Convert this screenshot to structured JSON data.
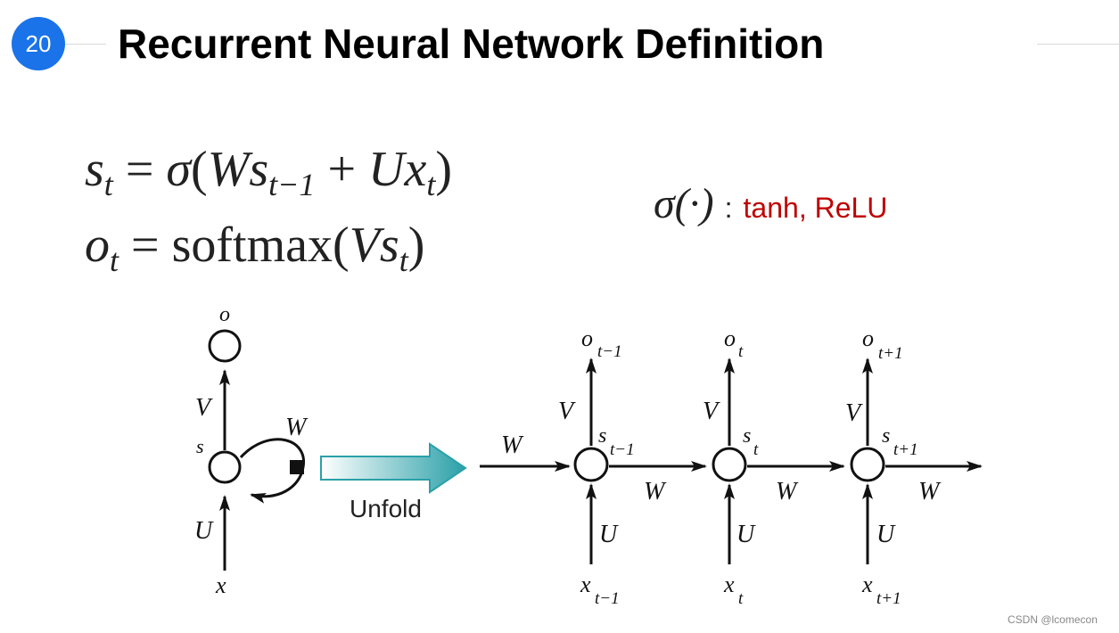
{
  "slide": {
    "number": "20",
    "title": "Recurrent Neural Network Definition"
  },
  "equations": {
    "state": {
      "lhs": "s",
      "lhs_sub": "t",
      "rel": "=",
      "sigma": "σ",
      "open": "(",
      "w": "W",
      "s": "s",
      "s_sub": "t−1",
      "plus": "+",
      "u": "U",
      "x": "x",
      "x_sub": "t",
      "close": ")"
    },
    "output": {
      "lhs": "o",
      "lhs_sub": "t",
      "rel": "=",
      "fn": "softmax",
      "open": "(",
      "v": "V",
      "s": "s",
      "s_sub": "t",
      "close": ")"
    }
  },
  "activation": {
    "symbol": "σ(·)",
    "colon": ":",
    "functions": "tanh, ReLU",
    "functions_color": "#c00000"
  },
  "diagram": {
    "folded": {
      "o": "o",
      "v": "V",
      "s": "s",
      "w": "W",
      "u": "U",
      "x": "x"
    },
    "unfold_label": "Unfold",
    "w_in": "W",
    "steps": [
      {
        "o": "o",
        "o_sub": "t−1",
        "v": "V",
        "s": "s",
        "s_sub": "t−1",
        "u": "U",
        "x": "x",
        "x_sub": "t−1",
        "w_out": "W"
      },
      {
        "o": "o",
        "o_sub": "t",
        "v": "V",
        "s": "s",
        "s_sub": "t",
        "u": "U",
        "x": "x",
        "x_sub": "t",
        "w_out": "W"
      },
      {
        "o": "o",
        "o_sub": "t+1",
        "v": "V",
        "s": "s",
        "s_sub": "t+1",
        "u": "U",
        "x": "x",
        "x_sub": "t+1",
        "w_out": "W"
      }
    ],
    "arrow_color": "#2aa0a8"
  },
  "watermark": "CSDN @lcomecon"
}
